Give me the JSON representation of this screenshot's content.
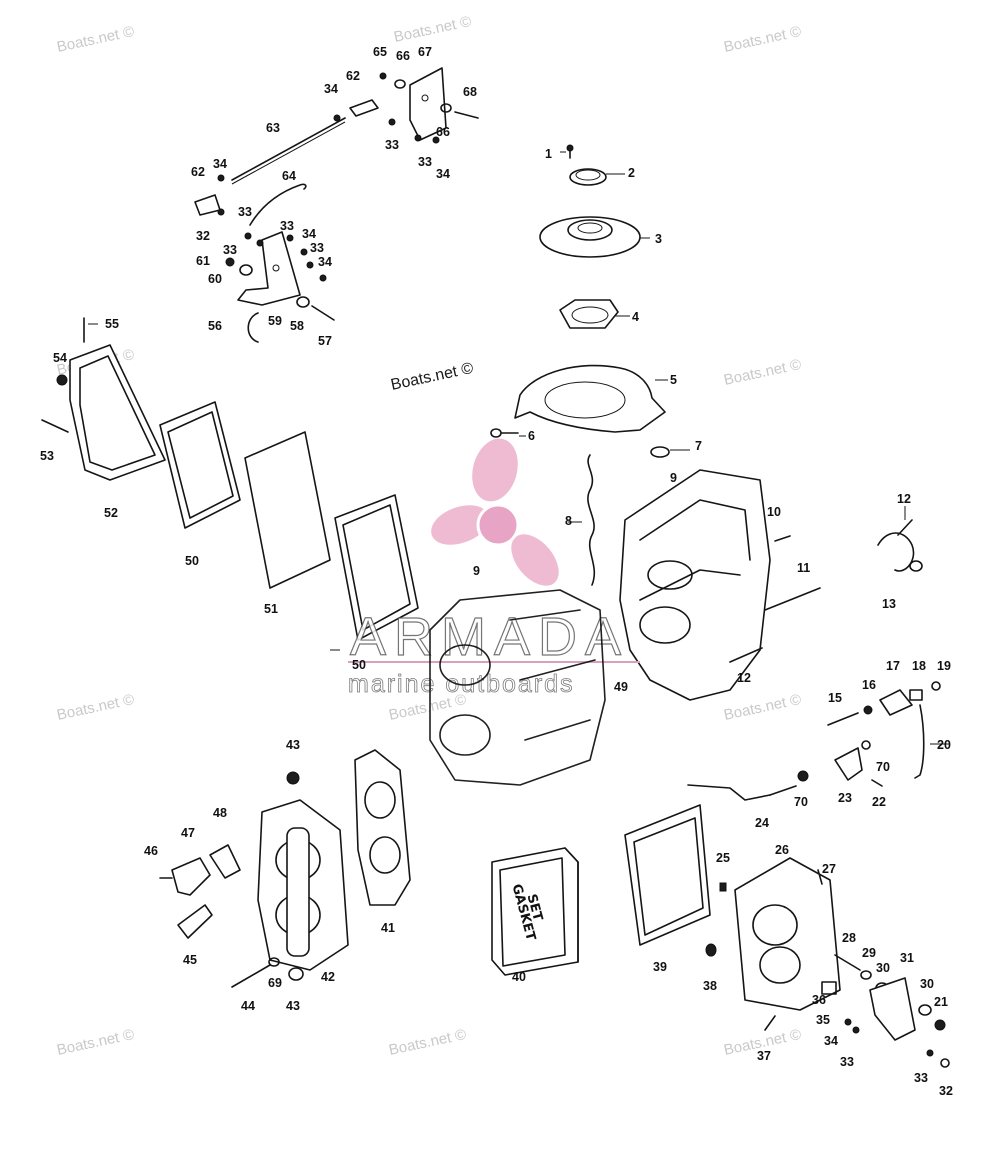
{
  "watermarks": {
    "boats": "Boats.net ©",
    "brand_main": "ARMADA",
    "brand_sub": "marine outboards"
  },
  "gasket_box": {
    "line1": "GASKET",
    "line2": "SET"
  },
  "colors": {
    "line": "#151515",
    "logo_pink": "#e8a4c4",
    "logo_line": "#d9a0bd",
    "watermark": "#c9c9c9"
  },
  "callouts": [
    {
      "id": "c1",
      "text": "1"
    },
    {
      "id": "c2",
      "text": "2"
    },
    {
      "id": "c3",
      "text": "3"
    },
    {
      "id": "c4",
      "text": "4"
    },
    {
      "id": "c5",
      "text": "5"
    },
    {
      "id": "c6",
      "text": "6"
    },
    {
      "id": "c7",
      "text": "7"
    },
    {
      "id": "c8",
      "text": "8"
    },
    {
      "id": "c9a",
      "text": "9"
    },
    {
      "id": "c9b",
      "text": "9"
    },
    {
      "id": "c10",
      "text": "10"
    },
    {
      "id": "c11",
      "text": "11"
    },
    {
      "id": "c12a",
      "text": "12"
    },
    {
      "id": "c12b",
      "text": "12"
    },
    {
      "id": "c13",
      "text": "13"
    },
    {
      "id": "c15",
      "text": "15"
    },
    {
      "id": "c16",
      "text": "16"
    },
    {
      "id": "c17",
      "text": "17"
    },
    {
      "id": "c18",
      "text": "18"
    },
    {
      "id": "c19",
      "text": "19"
    },
    {
      "id": "c20",
      "text": "20"
    },
    {
      "id": "c21",
      "text": "21"
    },
    {
      "id": "c22",
      "text": "22"
    },
    {
      "id": "c23",
      "text": "23"
    },
    {
      "id": "c24",
      "text": "24"
    },
    {
      "id": "c25",
      "text": "25"
    },
    {
      "id": "c26",
      "text": "26"
    },
    {
      "id": "c27",
      "text": "27"
    },
    {
      "id": "c28",
      "text": "28"
    },
    {
      "id": "c29",
      "text": "29"
    },
    {
      "id": "c30a",
      "text": "30"
    },
    {
      "id": "c30b",
      "text": "30"
    },
    {
      "id": "c31",
      "text": "31"
    },
    {
      "id": "c32a",
      "text": "32"
    },
    {
      "id": "c32b",
      "text": "32"
    },
    {
      "id": "c33a",
      "text": "33"
    },
    {
      "id": "c33b",
      "text": "33"
    },
    {
      "id": "c33c",
      "text": "33"
    },
    {
      "id": "c33d",
      "text": "33"
    },
    {
      "id": "c33e",
      "text": "33"
    },
    {
      "id": "c33f",
      "text": "33"
    },
    {
      "id": "c33g",
      "text": "33"
    },
    {
      "id": "c33h",
      "text": "33"
    },
    {
      "id": "c34a",
      "text": "34"
    },
    {
      "id": "c34b",
      "text": "34"
    },
    {
      "id": "c34c",
      "text": "34"
    },
    {
      "id": "c34d",
      "text": "34"
    },
    {
      "id": "c34e",
      "text": "34"
    },
    {
      "id": "c34f",
      "text": "34"
    },
    {
      "id": "c35",
      "text": "35"
    },
    {
      "id": "c36",
      "text": "36"
    },
    {
      "id": "c37",
      "text": "37"
    },
    {
      "id": "c38",
      "text": "38"
    },
    {
      "id": "c39",
      "text": "39"
    },
    {
      "id": "c40",
      "text": "40"
    },
    {
      "id": "c41",
      "text": "41"
    },
    {
      "id": "c42",
      "text": "42"
    },
    {
      "id": "c43a",
      "text": "43"
    },
    {
      "id": "c43b",
      "text": "43"
    },
    {
      "id": "c44",
      "text": "44"
    },
    {
      "id": "c45",
      "text": "45"
    },
    {
      "id": "c46",
      "text": "46"
    },
    {
      "id": "c47",
      "text": "47"
    },
    {
      "id": "c48",
      "text": "48"
    },
    {
      "id": "c49",
      "text": "49"
    },
    {
      "id": "c50a",
      "text": "50"
    },
    {
      "id": "c50b",
      "text": "50"
    },
    {
      "id": "c51",
      "text": "51"
    },
    {
      "id": "c52",
      "text": "52"
    },
    {
      "id": "c53",
      "text": "53"
    },
    {
      "id": "c54",
      "text": "54"
    },
    {
      "id": "c55",
      "text": "55"
    },
    {
      "id": "c56",
      "text": "56"
    },
    {
      "id": "c57",
      "text": "57"
    },
    {
      "id": "c58",
      "text": "58"
    },
    {
      "id": "c59",
      "text": "59"
    },
    {
      "id": "c60",
      "text": "60"
    },
    {
      "id": "c61",
      "text": "61"
    },
    {
      "id": "c62a",
      "text": "62"
    },
    {
      "id": "c62b",
      "text": "62"
    },
    {
      "id": "c63",
      "text": "63"
    },
    {
      "id": "c64",
      "text": "64"
    },
    {
      "id": "c65",
      "text": "65"
    },
    {
      "id": "c66a",
      "text": "66"
    },
    {
      "id": "c66b",
      "text": "66"
    },
    {
      "id": "c67",
      "text": "67"
    },
    {
      "id": "c68",
      "text": "68"
    },
    {
      "id": "c69",
      "text": "69"
    },
    {
      "id": "c70a",
      "text": "70"
    },
    {
      "id": "c70b",
      "text": "70"
    }
  ]
}
